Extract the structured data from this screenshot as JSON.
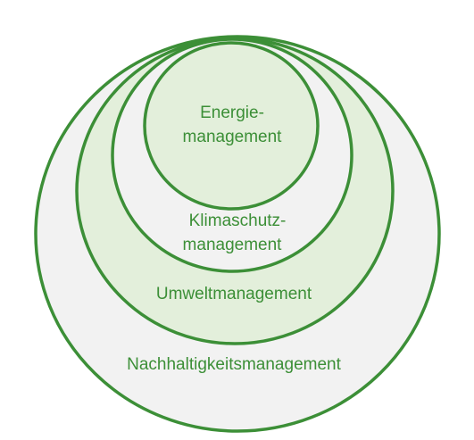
{
  "diagram": {
    "type": "nested-circles",
    "colors": {
      "stroke": "#3c8f37",
      "text": "#3c8f37",
      "fill_outer": "#f2f2f2",
      "fill_inner": "#e3efdb"
    },
    "levels": [
      {
        "id": "nachhaltigkeit",
        "lines": [
          "Nachhaltigkeitsmanagement"
        ]
      },
      {
        "id": "umwelt",
        "lines": [
          "Umweltmanagement"
        ]
      },
      {
        "id": "klimaschutz",
        "lines": [
          "Klimaschutz-",
          "management"
        ]
      },
      {
        "id": "energie",
        "lines": [
          "Energie-",
          "management"
        ]
      }
    ]
  }
}
